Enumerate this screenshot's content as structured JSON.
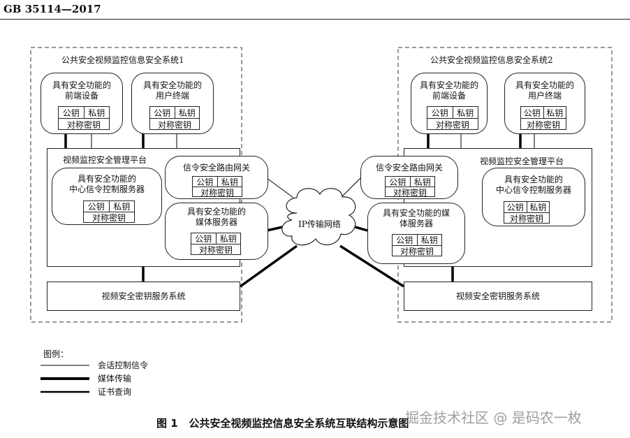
{
  "header": {
    "standard_code": "GB  35114—2017"
  },
  "system1": {
    "label": "公共安全视频监控信息安全系统1",
    "frontend": {
      "line1": "具有安全功能的",
      "line2": "前端设备"
    },
    "terminal": {
      "line1": "具有安全功能的",
      "line2": "用户终端"
    },
    "platform": "视频监控安全管理平台",
    "center_server": {
      "line1": "具有安全功能的",
      "line2": "中心信令控制服务器"
    },
    "gateway": "信令安全路由网关",
    "media_server": {
      "line1": "具有安全功能的",
      "line2": "媒体服务器"
    },
    "key_service": "视频安全密钥服务系统"
  },
  "system2": {
    "label": "公共安全视频监控信息安全系统2",
    "frontend": {
      "line1": "具有安全功能的",
      "line2": "前端设备"
    },
    "terminal": {
      "line1": "具有安全功能的",
      "line2": "用户终端"
    },
    "platform": "视频监控安全管理平台",
    "center_server": {
      "line1": "具有安全功能的",
      "line2": "中心信令控制服务器"
    },
    "gateway": "信令安全路由网关",
    "media_server": {
      "line1": "具有安全功能的媒",
      "line2": "体服务器"
    },
    "key_service": "视频安全密钥服务系统"
  },
  "keys": {
    "public": "公钥",
    "private": "私钥",
    "symmetric": "对称密钥"
  },
  "network": "IP传输网络",
  "legend": {
    "title": "图例：",
    "items": [
      "会话控制信令",
      "媒体传输",
      "证书查询"
    ]
  },
  "caption": "图 1   公共安全视频监控信息安全系统互联结构示意图",
  "watermark": "掘金技术社区 @ 是码农一枚"
}
